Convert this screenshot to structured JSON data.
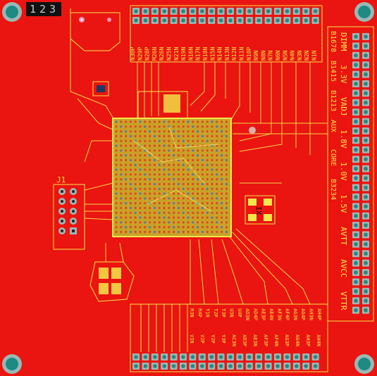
{
  "colors": {
    "board": "#ea1410",
    "silk": "#f2e84a",
    "copper": "#c8a228",
    "trace": "#f0d84a",
    "hole_ring": "#9ab8b4",
    "hole_center": "#1e8a82",
    "grid_dot": "#4a78b8",
    "black": "#000000"
  },
  "layer_badge": [
    "1",
    "2",
    "3"
  ],
  "connector_label": "J1",
  "ic_label": "IX",
  "top_header_labels": [
    "N30P",
    "N29P",
    "N28P",
    "M26N",
    "N26N",
    "N25N",
    "N21N",
    "N19N",
    "N16N",
    "N17N",
    "N18N",
    "N15N",
    "N14N",
    "N13N",
    "N12N",
    "N11N",
    "N10P",
    "N9N",
    "N8N",
    "N7N",
    "N6N",
    "N5N",
    "N4N",
    "N3N",
    "N2N",
    "N1N"
  ],
  "right_panel_labels": [
    "DIMM",
    "3.3V",
    "VADJ",
    "1.8V",
    "1.0V",
    "1.5V",
    "AVTT",
    "AVCC",
    "VTTR"
  ],
  "right_panel_sub_labels": [
    "B1678",
    "B1415",
    "B1213",
    "AUX",
    "CORE",
    "B3234"
  ],
  "bottom_header_labels": [
    "R3N",
    "R4P",
    "Y1N",
    "T2P",
    "T3P",
    "U3N",
    "U4P",
    "AD3N",
    "AD4P",
    "AE3P",
    "AE4N",
    "AF3N",
    "AF4P",
    "AG3N",
    "AG4P",
    "AH3N",
    "AH4P"
  ],
  "bottom_header_sub_labels": [
    "VIN",
    "V2P",
    "Y2P",
    "Y3P",
    "AC3N",
    "AD3P",
    "AE3N",
    "AF3P",
    "AF4N",
    "AG3P",
    "AG4N",
    "AH3P",
    "AH4N"
  ]
}
